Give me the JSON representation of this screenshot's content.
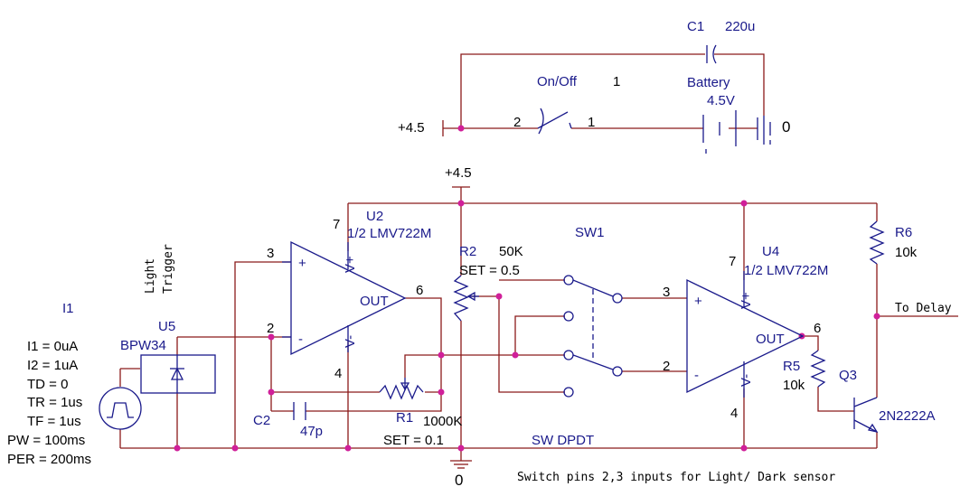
{
  "labels": {
    "c1_ref": "C1",
    "c1_value": "220u",
    "onoff": "On/Off",
    "onoff_pin_top": "1",
    "battery": "Battery",
    "battery_value": "4.5V",
    "plus45_left": "+4.5",
    "sw_pin2": "2",
    "sw_pin1": "1",
    "battery_node": "0",
    "plus45_mid": "+4.5",
    "u2_ref": "U2",
    "u2_value": "1/2 LMV722M",
    "u2_pin7": "7",
    "u2_pin3": "3",
    "u2_pin2": "2",
    "u2_pin4": "4",
    "u2_pin6": "6",
    "u2_out": "OUT",
    "u2_vplus": "V+",
    "u2_vminus": "V-",
    "u2_in_plus": "+",
    "u2_in_minus": "-",
    "light": "Light",
    "trigger": "Trigger",
    "i1_ref": "I1",
    "i1_l1": "I1 = 0uA",
    "i1_l2": "I2 = 1uA",
    "i1_l3": "TD = 0",
    "i1_l4": "TR = 1us",
    "i1_l5": "TF = 1us",
    "i1_l6": "PW = 100ms",
    "i1_l7": "PER = 200ms",
    "u5_ref": "U5",
    "u5_value": "BPW34",
    "c2_ref": "C2",
    "c2_value": "47p",
    "r1_ref": "R1",
    "r1_value": "1000K",
    "r1_set": "SET = 0.1",
    "r2_ref": "R2",
    "r2_value": "50K",
    "r2_set": "SET = 0.5",
    "sw1_ref": "SW1",
    "sw_dpdt": "SW DPDT",
    "ground_node": "0",
    "u4_ref": "U4",
    "u4_value": "1/2 LMV722M",
    "u4_pin7": "7",
    "u4_pin3": "3",
    "u4_pin2": "2",
    "u4_pin4": "4",
    "u4_pin6": "6",
    "u4_out": "OUT",
    "u4_vplus": "V+",
    "u4_vminus": "V-",
    "u4_in_plus": "+",
    "u4_in_minus": "-",
    "r5_ref": "R5",
    "r5_value": "10k",
    "q3_ref": "Q3",
    "q3_value": "2N2222A",
    "r6_ref": "R6",
    "r6_value": "10k",
    "to_delay": "To Delay",
    "note": "Switch pins 2,3 inputs for Light/ Dark sensor"
  },
  "colors": {
    "wire": "#8b1a1a",
    "component": "#1a1a8b",
    "junction": "#d0209a"
  }
}
